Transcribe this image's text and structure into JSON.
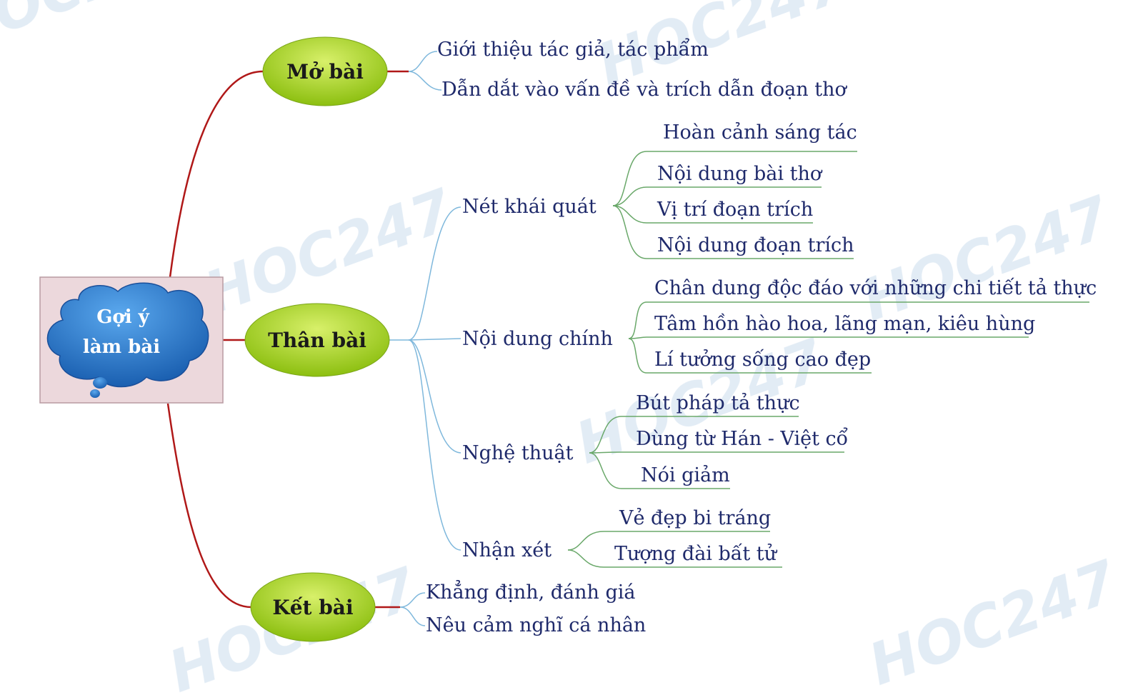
{
  "root": {
    "line1": "Gợi ý",
    "line2": "làm bài"
  },
  "branches": {
    "mo_bai": {
      "label": "Mở bài",
      "items": [
        "Giới thiệu tác giả, tác phẩm",
        "Dẫn dắt vào vấn đề và trích dẫn đoạn thơ"
      ]
    },
    "than_bai": {
      "label": "Thân bài",
      "net_khai_quat": {
        "label": "Nét khái quát",
        "items": [
          "Hoàn cảnh sáng tác",
          "Nội dung bài thơ",
          "Vị trí đoạn trích",
          "Nội dung đoạn trích"
        ]
      },
      "noi_dung_chinh": {
        "label": "Nội dung chính",
        "items": [
          "Chân dung độc đáo với những chi tiết tả thực",
          "Tâm hồn hào hoa, lãng mạn, kiêu hùng",
          "Lí tưởng sống cao đẹp"
        ]
      },
      "nghe_thuat": {
        "label": "Nghệ thuật",
        "items": [
          "Bút pháp tả thực",
          "Dùng từ Hán - Việt cổ",
          "Nói giảm"
        ]
      },
      "nhan_xet": {
        "label": "Nhận xét",
        "items": [
          "Vẻ đẹp bi tráng",
          "Tượng đài bất tử"
        ]
      }
    },
    "ket_bai": {
      "label": "Kết bài",
      "items": [
        "Khẳng định, đánh giá",
        "Nêu cảm nghĩ cá nhân"
      ]
    }
  },
  "watermark": "HOC247",
  "colors": {
    "main_branch": "#b01818",
    "sub_branch": "#7fb8dc",
    "leaf_branch": "#6aa86a",
    "oval_fill": "#9acd1a",
    "text": "#1f2a6b"
  }
}
